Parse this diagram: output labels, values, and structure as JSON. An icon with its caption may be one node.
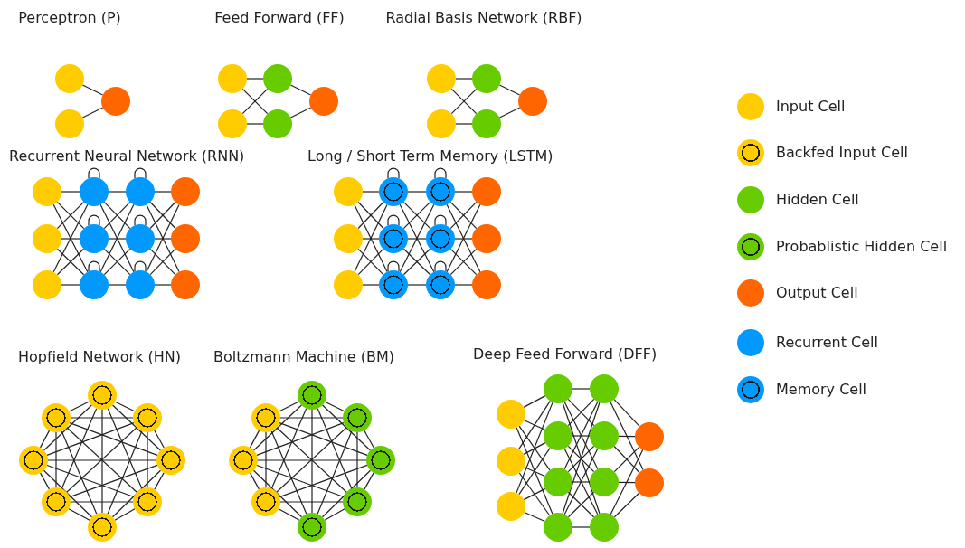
{
  "diagram": {
    "nodes": [
      {
        "text": [],
        "shape": "circle"
      },
      {
        "text": [],
        "shape": "circle"
      },
      {
        "text": [],
        "shape": "circle"
      },
      {
        "text": [],
        "shape": "circle"
      },
      {
        "text": [],
        "shape": "circle"
      },
      {
        "text": [],
        "shape": "circle"
      },
      {
        "text": [],
        "shape": "circle"
      },
      {
        "text": [],
        "shape": "circle"
      },
      {
        "text": [],
        "shape": "circle"
      },
      {
        "text": [],
        "shape": "circle"
      },
      {
        "text": [],
        "shape": "circle"
      },
      {
        "text": [],
        "shape": "circle"
      },
      {
        "text": [],
        "shape": "circle"
      },
      {
        "text": [],
        "shape": "circle"
      },
      {
        "text": [],
        "shape": "circle"
      },
      {
        "text": [],
        "shape": "circle"
      },
      {
        "text": [],
        "shape": "circle"
      },
      {
        "text": [],
        "shape": "circle"
      },
      {
        "text": [],
        "shape": "circle"
      },
      {
        "text": [],
        "shape": "circle"
      },
      {
        "text": [],
        "shape": "circle"
      },
      {
        "text": [],
        "shape": "circle"
      },
      {
        "text": [],
        "shape": "circle"
      },
      {
        "text": [],
        "shape": "circle"
      },
      {
        "text": [],
        "shape": "circle"
      },
      {
        "text": [],
        "shape": "circle"
      },
      {
        "text": [],
        "shape": "circle"
      },
      {
        "text": [],
        "shape": "circle"
      },
      {
        "text": [],
        "shape": "circle"
      },
      {
        "text": [],
        "shape": "circle"
      },
      {
        "text": [],
        "shape": "circle"
      },
      {
        "text": [],
        "shape": "circle"
      },
      {
        "text": [],
        "shape": "circle"
      },
      {
        "text": [],
        "shape": "circle"
      },
      {
        "text": [],
        "shape": "circle"
      },
      {
        "text": [],
        "shape": "circle"
      },
      {
        "text": [],
        "shape": "circle"
      },
      {
        "text": [],
        "shape": "circle"
      },
      {
        "text": [],
        "shape": "circle"
      },
      {
        "text": [],
        "shape": "circle"
      },
      {
        "text": [],
        "shape": "circle"
      },
      {
        "text": [],
        "shape": "circle"
      },
      {
        "text": [],
        "shape": "circle"
      },
      {
        "text": [],
        "shape": "circle"
      },
      {
        "text": [],
        "shape": "circle"
      },
      {
        "text": [],
        "shape": "circle"
      },
      {
        "text": [],
        "shape": "circle"
      },
      {
        "text": [],
        "shape": "circle"
      },
      {
        "text": [],
        "shape": "circle"
      },
      {
        "text": [],
        "shape": "circle"
      },
      {
        "text": [],
        "shape": "circle"
      },
      {
        "text": [],
        "shape": "circle"
      },
      {
        "text": [],
        "shape": "circle"
      },
      {
        "text": [],
        "shape": "circle"
      },
      {
        "text": [],
        "shape": "circle"
      },
      {
        "text": [],
        "shape": "circle"
      },
      {
        "text": [],
        "shape": "circle"
      },
      {
        "text": [],
        "shape": "circle"
      },
      {
        "text": [],
        "shape": "circle"
      },
      {
        "text": [],
        "shape": "circle"
      },
      {
        "text": [],
        "shape": "circle"
      },
      {
        "text": [],
        "shape": "circle"
      },
      {
        "text": [],
        "shape": "circle"
      },
      {
        "text": [],
        "shape": "circle"
      },
      {
        "text": [],
        "shape": "circle"
      },
      {
        "text": [],
        "shape": "circle"
      }
    ],
    "edges": [
      {
        "from": 0,
        "to": 2,
        "arrow": "none"
      },
      {
        "from": 1,
        "to": 2,
        "arrow": "none"
      },
      {
        "from": 3,
        "to": 5,
        "arrow": "none"
      },
      {
        "from": 3,
        "to": 6,
        "arrow": "none"
      },
      {
        "from": 4,
        "to": 5,
        "arrow": "none"
      },
      {
        "from": 4,
        "to": 6,
        "arrow": "none"
      },
      {
        "from": 5,
        "to": 7,
        "arrow": "none"
      },
      {
        "from": 6,
        "to": 7,
        "arrow": "none"
      },
      {
        "from": 8,
        "to": 10,
        "arrow": "none"
      },
      {
        "from": 8,
        "to": 11,
        "arrow": "none"
      },
      {
        "from": 9,
        "to": 10,
        "arrow": "none"
      },
      {
        "from": 9,
        "to": 11,
        "arrow": "none"
      },
      {
        "from": 10,
        "to": 12,
        "arrow": "none"
      },
      {
        "from": 11,
        "to": 12,
        "arrow": "none"
      },
      {
        "from": 13,
        "to": 14,
        "arrow": "none"
      },
      {
        "from": 13,
        "to": 18,
        "arrow": "none"
      },
      {
        "from": 13,
        "to": 22,
        "arrow": "none"
      },
      {
        "from": 17,
        "to": 14,
        "arrow": "none"
      },
      {
        "from": 17,
        "to": 18,
        "arrow": "none"
      },
      {
        "from": 17,
        "to": 22,
        "arrow": "none"
      },
      {
        "from": 21,
        "to": 14,
        "arrow": "none"
      },
      {
        "from": 21,
        "to": 18,
        "arrow": "none"
      },
      {
        "from": 21,
        "to": 22,
        "arrow": "none"
      },
      {
        "from": 14,
        "to": 15,
        "arrow": "none"
      },
      {
        "from": 14,
        "to": 19,
        "arrow": "none"
      },
      {
        "from": 14,
        "to": 23,
        "arrow": "none"
      },
      {
        "from": 18,
        "to": 15,
        "arrow": "none"
      },
      {
        "from": 18,
        "to": 19,
        "arrow": "none"
      },
      {
        "from": 18,
        "to": 23,
        "arrow": "none"
      },
      {
        "from": 22,
        "to": 15,
        "arrow": "none"
      },
      {
        "from": 22,
        "to": 19,
        "arrow": "none"
      },
      {
        "from": 22,
        "to": 23,
        "arrow": "none"
      },
      {
        "from": 15,
        "to": 16,
        "arrow": "none"
      },
      {
        "from": 15,
        "to": 20,
        "arrow": "none"
      },
      {
        "from": 15,
        "to": 24,
        "arrow": "none"
      },
      {
        "from": 19,
        "to": 16,
        "arrow": "none"
      },
      {
        "from": 19,
        "to": 20,
        "arrow": "none"
      },
      {
        "from": 19,
        "to": 24,
        "arrow": "none"
      },
      {
        "from": 23,
        "to": 16,
        "arrow": "none"
      },
      {
        "from": 23,
        "to": 20,
        "arrow": "none"
      },
      {
        "from": 23,
        "to": 24,
        "arrow": "none"
      },
      {
        "from": 14,
        "to": 14,
        "arrow": "none"
      },
      {
        "from": 15,
        "to": 15,
        "arrow": "none"
      },
      {
        "from": 18,
        "to": 18,
        "arrow": "none"
      },
      {
        "from": 19,
        "to": 19,
        "arrow": "none"
      },
      {
        "from": 22,
        "to": 22,
        "arrow": "none"
      },
      {
        "from": 23,
        "to": 23,
        "arrow": "none"
      },
      {
        "from": 25,
        "to": 26,
        "arrow": "none"
      },
      {
        "from": 25,
        "to": 30,
        "arrow": "none"
      },
      {
        "from": 25,
        "to": 34,
        "arrow": "none"
      },
      {
        "from": 29,
        "to": 26,
        "arrow": "none"
      },
      {
        "from": 29,
        "to": 30,
        "arrow": "none"
      },
      {
        "from": 29,
        "to": 34,
        "arrow": "none"
      },
      {
        "from": 33,
        "to": 26,
        "arrow": "none"
      },
      {
        "from": 33,
        "to": 30,
        "arrow": "none"
      },
      {
        "from": 33,
        "to": 34,
        "arrow": "none"
      },
      {
        "from": 26,
        "to": 27,
        "arrow": "none"
      },
      {
        "from": 26,
        "to": 31,
        "arrow": "none"
      },
      {
        "from": 26,
        "to": 35,
        "arrow": "none"
      },
      {
        "from": 30,
        "to": 27,
        "arrow": "none"
      },
      {
        "from": 30,
        "to": 31,
        "arrow": "none"
      },
      {
        "from": 30,
        "to": 35,
        "arrow": "none"
      },
      {
        "from": 34,
        "to": 27,
        "arrow": "none"
      },
      {
        "from": 34,
        "to": 31,
        "arrow": "none"
      },
      {
        "from": 34,
        "to": 35,
        "arrow": "none"
      },
      {
        "from": 27,
        "to": 28,
        "arrow": "none"
      },
      {
        "from": 27,
        "to": 32,
        "arrow": "none"
      },
      {
        "from": 27,
        "to": 36,
        "arrow": "none"
      },
      {
        "from": 31,
        "to": 28,
        "arrow": "none"
      },
      {
        "from": 31,
        "to": 32,
        "arrow": "none"
      },
      {
        "from": 31,
        "to": 36,
        "arrow": "none"
      },
      {
        "from": 35,
        "to": 28,
        "arrow": "none"
      },
      {
        "from": 35,
        "to": 32,
        "arrow": "none"
      },
      {
        "from": 35,
        "to": 36,
        "arrow": "none"
      },
      {
        "from": 26,
        "to": 26,
        "arrow": "none"
      },
      {
        "from": 27,
        "to": 27,
        "arrow": "none"
      },
      {
        "from": 30,
        "to": 30,
        "arrow": "none"
      },
      {
        "from": 31,
        "to": 31,
        "arrow": "none"
      },
      {
        "from": 34,
        "to": 34,
        "arrow": "none"
      },
      {
        "from": 35,
        "to": 35,
        "arrow": "none"
      },
      {
        "from": 37,
        "to": 38,
        "arrow": "none"
      },
      {
        "from": 37,
        "to": 39,
        "arrow": "none"
      },
      {
        "from": 37,
        "to": 40,
        "arrow": "none"
      },
      {
        "from": 37,
        "to": 41,
        "arrow": "none"
      },
      {
        "from": 37,
        "to": 42,
        "arrow": "none"
      },
      {
        "from": 37,
        "to": 43,
        "arrow": "none"
      },
      {
        "from": 37,
        "to": 44,
        "arrow": "none"
      },
      {
        "from": 38,
        "to": 39,
        "arrow": "none"
      },
      {
        "from": 38,
        "to": 40,
        "arrow": "none"
      },
      {
        "from": 38,
        "to": 41,
        "arrow": "none"
      },
      {
        "from": 38,
        "to": 42,
        "arrow": "none"
      },
      {
        "from": 38,
        "to": 43,
        "arrow": "none"
      },
      {
        "from": 38,
        "to": 44,
        "arrow": "none"
      },
      {
        "from": 39,
        "to": 40,
        "arrow": "none"
      },
      {
        "from": 39,
        "to": 41,
        "arrow": "none"
      },
      {
        "from": 39,
        "to": 42,
        "arrow": "none"
      },
      {
        "from": 39,
        "to": 43,
        "arrow": "none"
      },
      {
        "from": 39,
        "to": 44,
        "arrow": "none"
      },
      {
        "from": 40,
        "to": 41,
        "arrow": "none"
      },
      {
        "from": 40,
        "to": 42,
        "arrow": "none"
      },
      {
        "from": 40,
        "to": 43,
        "arrow": "none"
      },
      {
        "from": 40,
        "to": 44,
        "arrow": "none"
      },
      {
        "from": 41,
        "to": 42,
        "arrow": "none"
      },
      {
        "from": 41,
        "to": 43,
        "arrow": "none"
      },
      {
        "from": 41,
        "to": 44,
        "arrow": "none"
      },
      {
        "from": 42,
        "to": 43,
        "arrow": "none"
      },
      {
        "from": 42,
        "to": 44,
        "arrow": "none"
      },
      {
        "from": 43,
        "to": 44,
        "arrow": "none"
      },
      {
        "from": 45,
        "to": 46,
        "arrow": "none"
      },
      {
        "from": 45,
        "to": 47,
        "arrow": "none"
      },
      {
        "from": 45,
        "to": 48,
        "arrow": "none"
      },
      {
        "from": 45,
        "to": 49,
        "arrow": "none"
      },
      {
        "from": 45,
        "to": 50,
        "arrow": "none"
      },
      {
        "from": 45,
        "to": 51,
        "arrow": "none"
      },
      {
        "from": 45,
        "to": 52,
        "arrow": "none"
      },
      {
        "from": 46,
        "to": 47,
        "arrow": "none"
      },
      {
        "from": 46,
        "to": 48,
        "arrow": "none"
      },
      {
        "from": 46,
        "to": 49,
        "arrow": "none"
      },
      {
        "from": 46,
        "to": 50,
        "arrow": "none"
      },
      {
        "from": 46,
        "to": 51,
        "arrow": "none"
      },
      {
        "from": 46,
        "to": 52,
        "arrow": "none"
      },
      {
        "from": 47,
        "to": 48,
        "arrow": "none"
      },
      {
        "from": 47,
        "to": 49,
        "arrow": "none"
      },
      {
        "from": 47,
        "to": 50,
        "arrow": "none"
      },
      {
        "from": 47,
        "to": 51,
        "arrow": "none"
      },
      {
        "from": 47,
        "to": 52,
        "arrow": "none"
      },
      {
        "from": 48,
        "to": 49,
        "arrow": "none"
      },
      {
        "from": 48,
        "to": 50,
        "arrow": "none"
      },
      {
        "from": 48,
        "to": 51,
        "arrow": "none"
      },
      {
        "from": 48,
        "to": 52,
        "arrow": "none"
      },
      {
        "from": 49,
        "to": 50,
        "arrow": "none"
      },
      {
        "from": 49,
        "to": 51,
        "arrow": "none"
      },
      {
        "from": 49,
        "to": 52,
        "arrow": "none"
      },
      {
        "from": 50,
        "to": 51,
        "arrow": "none"
      },
      {
        "from": 50,
        "to": 52,
        "arrow": "none"
      },
      {
        "from": 51,
        "to": 52,
        "arrow": "none"
      },
      {
        "from": 53,
        "to": 56,
        "arrow": "none"
      },
      {
        "from": 53,
        "to": 57,
        "arrow": "none"
      },
      {
        "from": 53,
        "to": 58,
        "arrow": "none"
      },
      {
        "from": 53,
        "to": 59,
        "arrow": "none"
      },
      {
        "from": 54,
        "to": 56,
        "arrow": "none"
      },
      {
        "from": 54,
        "to": 57,
        "arrow": "none"
      },
      {
        "from": 54,
        "to": 58,
        "arrow": "none"
      },
      {
        "from": 54,
        "to": 59,
        "arrow": "none"
      },
      {
        "from": 55,
        "to": 56,
        "arrow": "none"
      },
      {
        "from": 55,
        "to": 57,
        "arrow": "none"
      },
      {
        "from": 55,
        "to": 58,
        "arrow": "none"
      },
      {
        "from": 55,
        "to": 59,
        "arrow": "none"
      },
      {
        "from": 56,
        "to": 60,
        "arrow": "none"
      },
      {
        "from": 56,
        "to": 61,
        "arrow": "none"
      },
      {
        "from": 56,
        "to": 62,
        "arrow": "none"
      },
      {
        "from": 56,
        "to": 63,
        "arrow": "none"
      },
      {
        "from": 57,
        "to": 60,
        "arrow": "none"
      },
      {
        "from": 57,
        "to": 61,
        "arrow": "none"
      },
      {
        "from": 57,
        "to": 62,
        "arrow": "none"
      },
      {
        "from": 57,
        "to": 63,
        "arrow": "none"
      },
      {
        "from": 58,
        "to": 60,
        "arrow": "none"
      },
      {
        "from": 58,
        "to": 61,
        "arrow": "none"
      },
      {
        "from": 58,
        "to": 62,
        "arrow": "none"
      },
      {
        "from": 58,
        "to": 63,
        "arrow": "none"
      },
      {
        "from": 59,
        "to": 60,
        "arrow": "none"
      },
      {
        "from": 59,
        "to": 61,
        "arrow": "none"
      },
      {
        "from": 59,
        "to": 62,
        "arrow": "none"
      },
      {
        "from": 59,
        "to": 63,
        "arrow": "none"
      },
      {
        "from": 60,
        "to": 64,
        "arrow": "none"
      },
      {
        "from": 60,
        "to": 65,
        "arrow": "none"
      },
      {
        "from": 61,
        "to": 64,
        "arrow": "none"
      },
      {
        "from": 61,
        "to": 65,
        "arrow": "none"
      },
      {
        "from": 62,
        "to": 64,
        "arrow": "none"
      },
      {
        "from": 62,
        "to": 65,
        "arrow": "none"
      },
      {
        "from": 63,
        "to": 64,
        "arrow": "none"
      },
      {
        "from": 63,
        "to": 65,
        "arrow": "none"
      }
    ],
    "labels": [
      "Perceptron (P)",
      "Feed Forward (FF)",
      "Radial Basis Network (RBF)",
      "Recurrent Neural Network (RNN)",
      "Long / Short Term Memory (LSTM)",
      "Hopfield Network (HN)",
      "Boltzmann Machine (BM)",
      "Deep Feed Forward (DFF)"
    ],
    "legend": [
      {
        "text": "Input Cell",
        "color": "#ffcc00"
      },
      {
        "text": "Backfed Input Cell",
        "color": "#ffcc00"
      },
      {
        "text": "Hidden Cell",
        "color": "#66cc00"
      },
      {
        "text": "Probablistic Hidden Cell",
        "color": "#66cc00"
      },
      {
        "text": "Output Cell",
        "color": "#ff6600"
      },
      {
        "text": "Recurrent Cell",
        "color": "#0099ff"
      },
      {
        "text": "Memory Cell",
        "color": "#0099ff"
      }
    ]
  }
}
